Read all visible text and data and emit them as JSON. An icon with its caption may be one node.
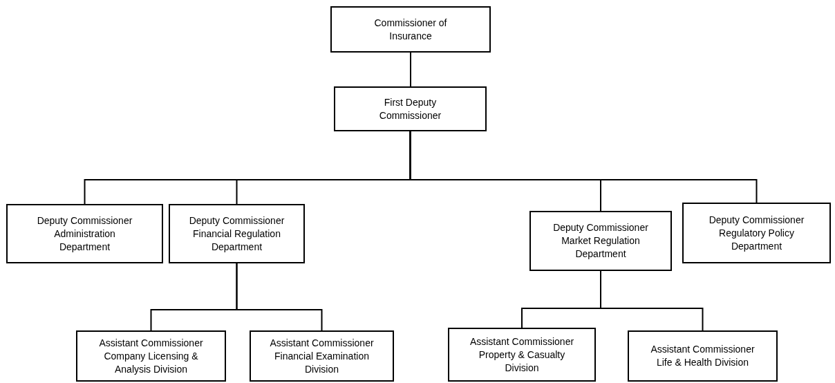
{
  "diagram": {
    "nodes": [
      {
        "text": [
          "Commissioner of Insurance"
        ]
      },
      {
        "text": [
          "First Deputy Commissioner"
        ]
      },
      {
        "text": [
          "Deputy Commissioner Administration Department"
        ]
      },
      {
        "text": [
          "Deputy Commissioner Financial Regulation Department"
        ]
      },
      {
        "text": [
          "Deputy Commissioner Market Regulation Department"
        ]
      },
      {
        "text": [
          "Deputy Commissioner Regulatory Policy Department"
        ]
      },
      {
        "text": [
          "Assistant Commissioner Company Licensing & Analysis Division"
        ]
      },
      {
        "text": [
          "Assistant Commissioner Financial Examination Division"
        ]
      },
      {
        "text": [
          "Assistant Commissioner Property & Casualty Division"
        ]
      },
      {
        "text": [
          "Assistant Commissioner Life & Health Division"
        ]
      }
    ],
    "edges": [
      {
        "from": 0,
        "to": 1,
        "arrow": "none"
      },
      {
        "from": 1,
        "to": 2,
        "arrow": "none"
      },
      {
        "from": 1,
        "to": 3,
        "arrow": "none"
      },
      {
        "from": 1,
        "to": 4,
        "arrow": "none"
      },
      {
        "from": 1,
        "to": 5,
        "arrow": "none"
      },
      {
        "from": 3,
        "to": 6,
        "arrow": "none"
      },
      {
        "from": 3,
        "to": 7,
        "arrow": "none"
      },
      {
        "from": 4,
        "to": 8,
        "arrow": "none"
      },
      {
        "from": 4,
        "to": 9,
        "arrow": "none"
      }
    ]
  }
}
